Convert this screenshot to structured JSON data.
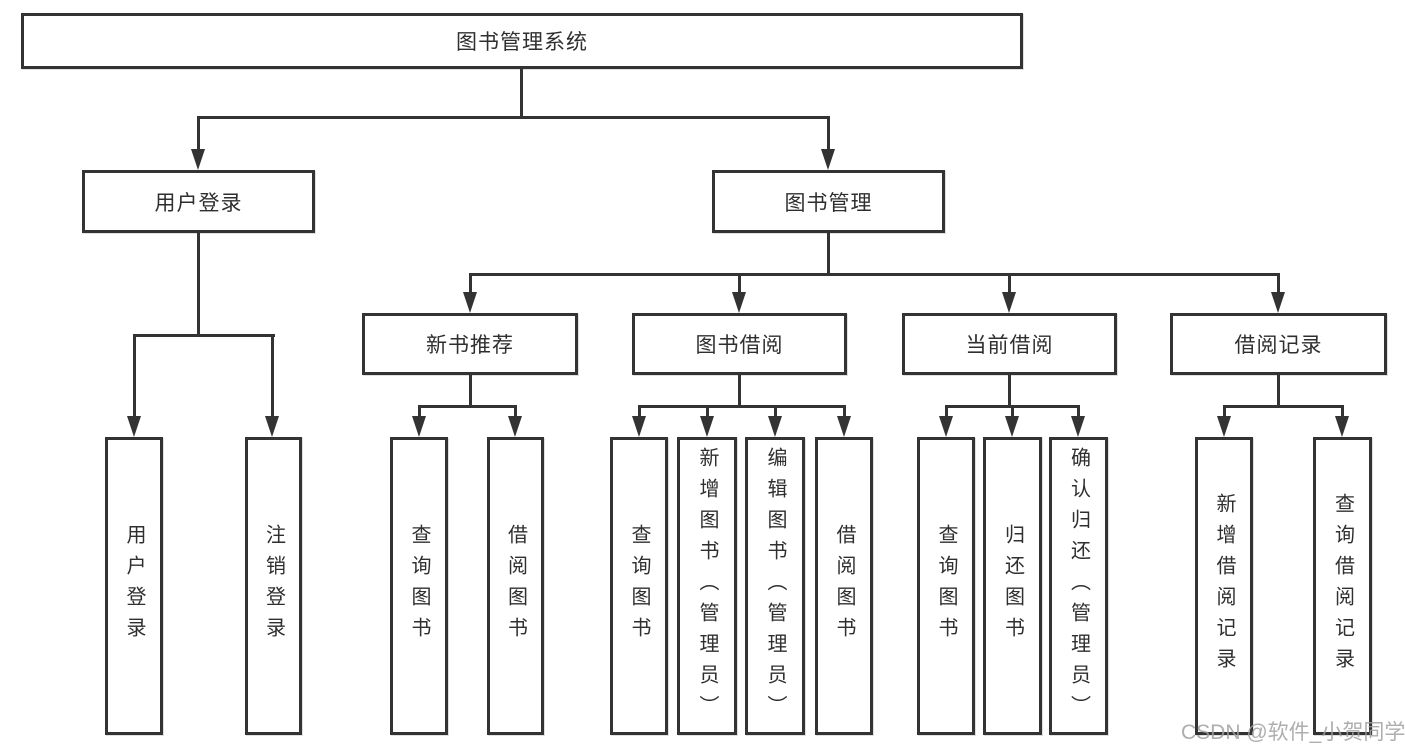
{
  "tree": {
    "label": "图书管理系统",
    "children": [
      {
        "label": "用户登录",
        "children": [
          {
            "label": "用户登录"
          },
          {
            "label": "注销登录"
          }
        ]
      },
      {
        "label": "图书管理",
        "children": [
          {
            "label": "新书推荐",
            "children": [
              {
                "label": "查询图书"
              },
              {
                "label": "借阅图书"
              }
            ]
          },
          {
            "label": "图书借阅",
            "children": [
              {
                "label": "查询图书"
              },
              {
                "label": "新增图书（管理员）"
              },
              {
                "label": "编辑图书（管理员）"
              },
              {
                "label": "借阅图书"
              }
            ]
          },
          {
            "label": "当前借阅",
            "children": [
              {
                "label": "查询图书"
              },
              {
                "label": "归还图书"
              },
              {
                "label": "确认归还（管理员）"
              }
            ]
          },
          {
            "label": "借阅记录",
            "children": [
              {
                "label": "新增借阅记录"
              },
              {
                "label": "查询借阅记录"
              }
            ]
          }
        ]
      }
    ]
  },
  "watermark": {
    "text": "CSDN @软件_小贺同学"
  },
  "colors": {
    "line": "#333333",
    "background": "#ffffff",
    "watermark": "#a0a0a0"
  }
}
